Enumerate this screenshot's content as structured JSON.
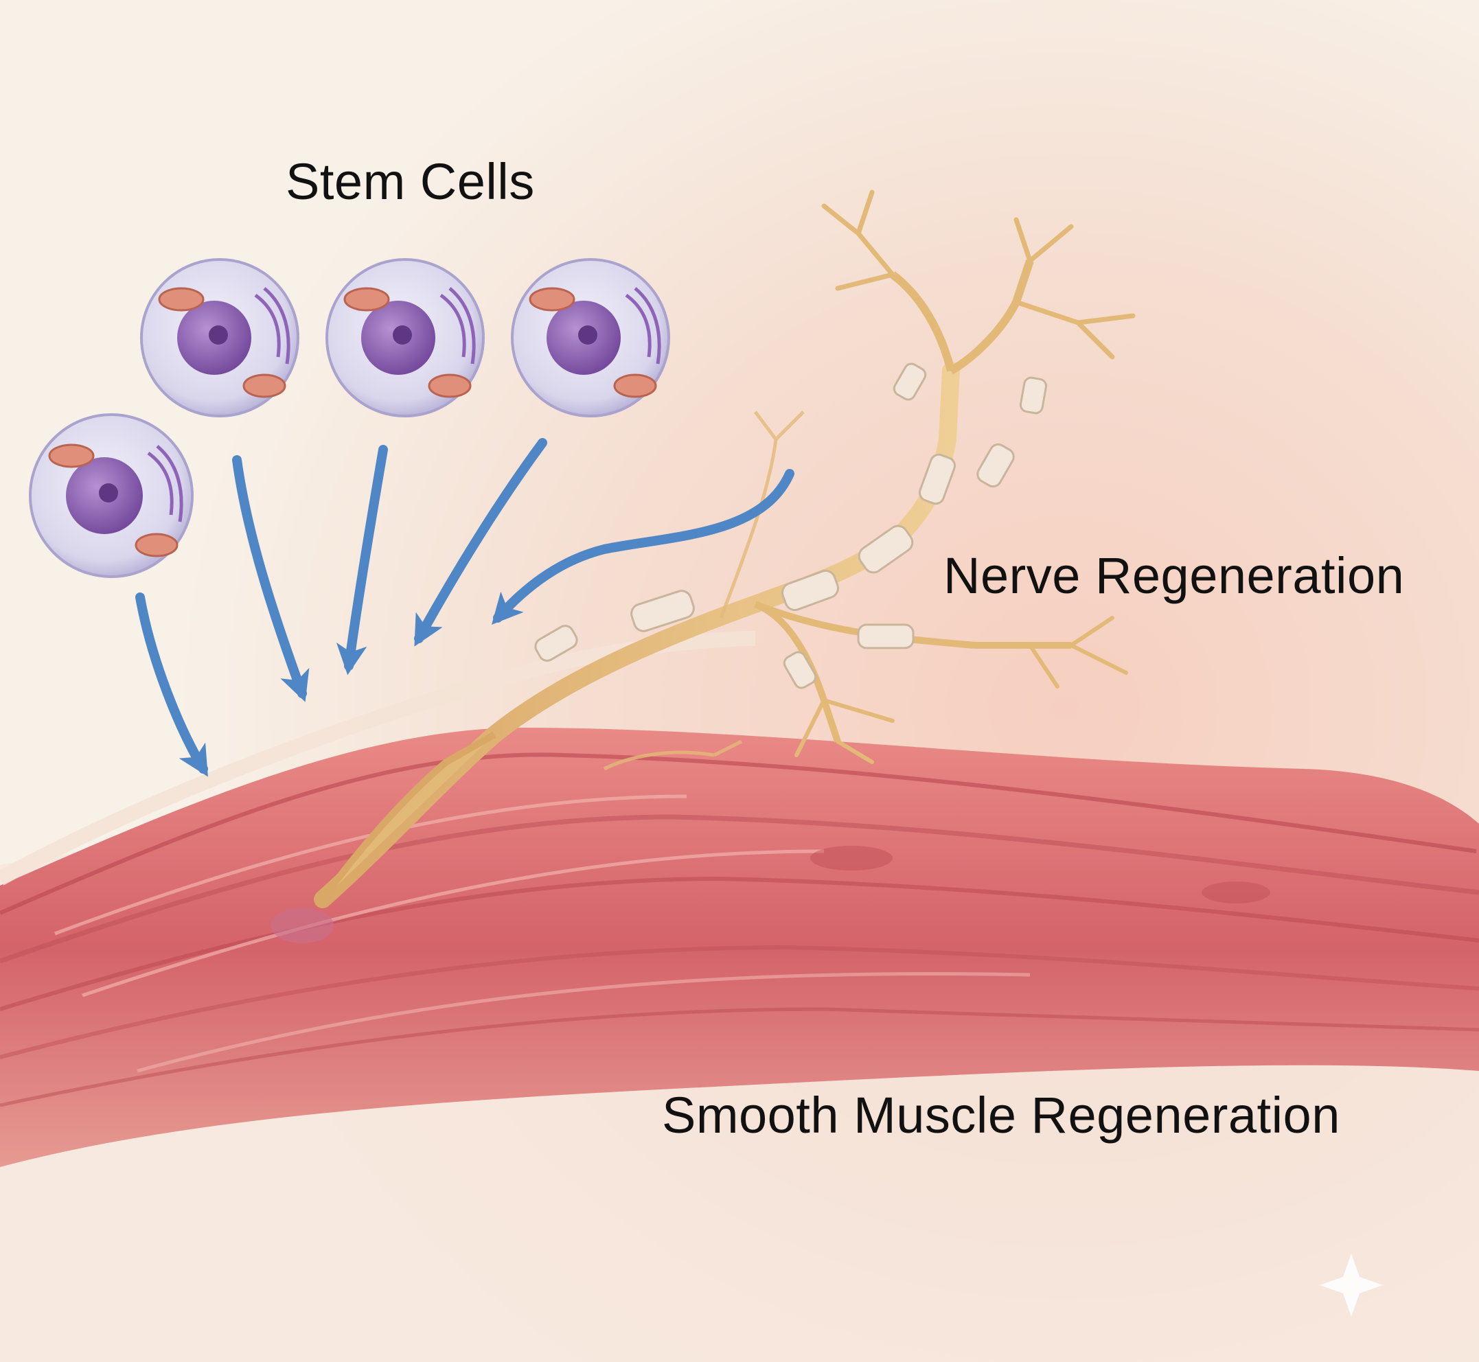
{
  "labels": {
    "stem_cells": "Stem Cells",
    "nerve_regeneration": "Nerve Regeneration",
    "smooth_muscle_regeneration": "Smooth Muscle Regeneration"
  },
  "colors": {
    "background": "#f7efe6",
    "muscle": "#d86a6c",
    "muscle_dark": "#b94650",
    "nerve": "#e3b978",
    "cell_membrane": "#b9b4d8",
    "nucleus": "#8a5fb0",
    "arrow": "#4f86c6"
  },
  "icons": [
    "stem-cell-icon",
    "nerve-fiber-icon",
    "muscle-tissue-icon",
    "migration-arrow-icon",
    "sparkle-icon"
  ]
}
